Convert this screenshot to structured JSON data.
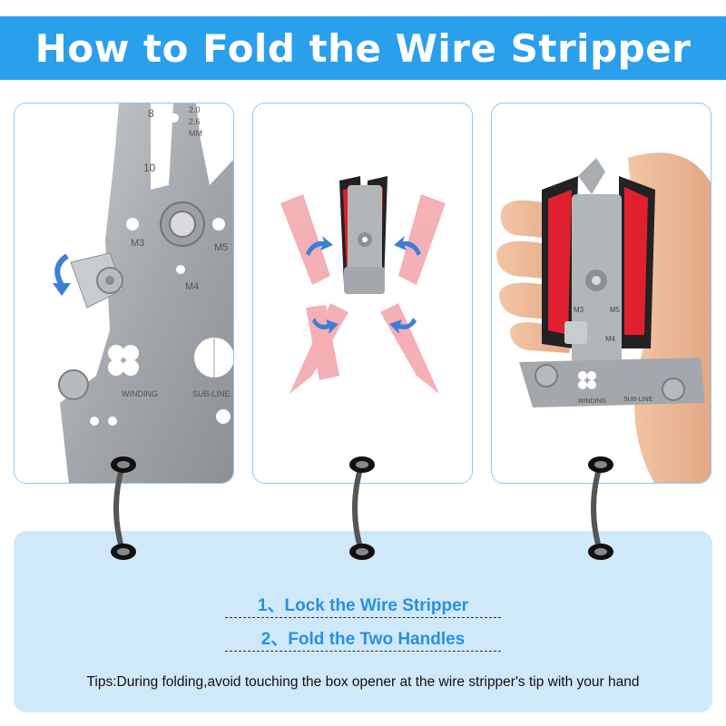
{
  "header": {
    "title": "How to Fold the Wire Stripper"
  },
  "panels": [
    {
      "name": "closeup-lock",
      "engraved_labels": [
        "8",
        "10",
        "2.0",
        "2.6",
        "MM",
        "M3",
        "M5",
        "M4",
        "WINDING",
        "SUB-LINE"
      ]
    },
    {
      "name": "folding-handles",
      "engraved_labels": []
    },
    {
      "name": "hand-holding-folded",
      "engraved_labels": [
        "M3",
        "M5",
        "M4",
        "WINDING",
        "SUB-LINE"
      ]
    }
  ],
  "instructions": {
    "step1": "1、Lock the Wire Stripper",
    "step2": "2、Fold the Two Handles",
    "tips": "Tips:During folding,avoid touching the box opener at the wire stripper's tip with your hand"
  },
  "colors": {
    "banner": "#2a9fec",
    "info_box": "#cfe8fa",
    "step_text": "#2a8fe0",
    "handle_red": "#e0202e",
    "steel": "#a9adb1",
    "arrow_blue": "#3d7fd6"
  },
  "icons": [
    "rotate-arrow-icon",
    "binder-ring-icon"
  ]
}
